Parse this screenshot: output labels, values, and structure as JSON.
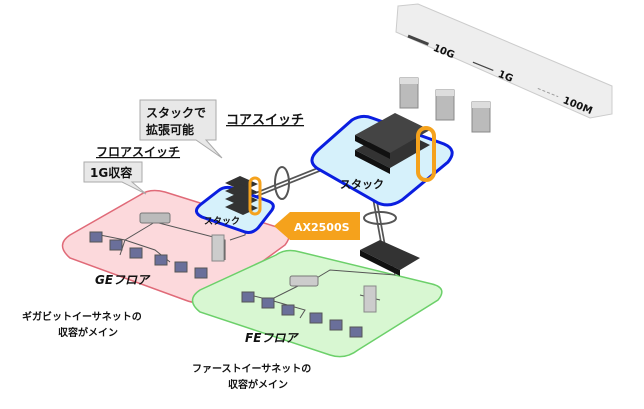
{
  "legend": {
    "items": [
      {
        "label": "10G",
        "style": "thick"
      },
      {
        "label": "1G",
        "style": "thin"
      },
      {
        "label": "100M",
        "style": "dashed"
      }
    ]
  },
  "core": {
    "title": "コアスイッチ",
    "stack_label": "スタック"
  },
  "floor_switch": {
    "title": "フロアスイッチ",
    "stack_label": "スタック"
  },
  "callouts": {
    "stack_line1": "スタックで",
    "stack_line2": "拡張可能",
    "capacity": "1G収容"
  },
  "product": {
    "label": "AX2500S"
  },
  "ge_floor": {
    "label": "GEフロア",
    "desc_line1": "ギガビットイーサネットの",
    "desc_line2": "収容がメイン"
  },
  "fe_floor": {
    "label": "FEフロア",
    "desc_line1": "ファーストイーサネットの",
    "desc_line2": "収容がメイン"
  },
  "colors": {
    "stack_border": "#0a1ee0",
    "stack_fill": "#d6f1fb",
    "ring": "#f5a21c",
    "ge_fill": "#fcd9dc",
    "ge_border": "#e06a78",
    "fe_fill": "#d8f7d2",
    "fe_border": "#6cd06a",
    "product_arrow": "#f5a21c"
  }
}
